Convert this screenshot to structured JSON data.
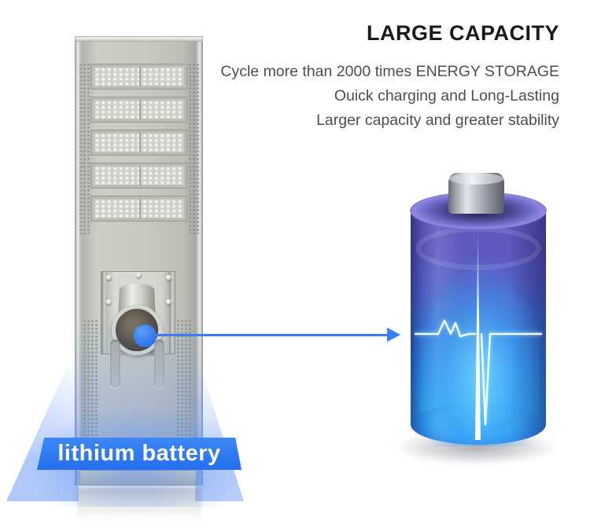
{
  "header": {
    "title": "LARGE CAPACITY",
    "lines": [
      "Cycle more than 2000 times ENERGY STORAGE",
      "Ouick charging and Long-Lasting",
      "Larger capacity and greater stability"
    ]
  },
  "label": {
    "text": "lithium battery"
  },
  "colors": {
    "title_text": "#1a1a1a",
    "subtitle_text": "#4e4e4e",
    "label_blue": "#2e7bf0",
    "arrow_blue": "#3b7df0",
    "beam_blue": "#6494f6",
    "battery_purple": "#6059c0",
    "battery_blue": "#2ba3f5",
    "pulse_cyan": "#59ceff",
    "lamp_gray": "#c7cac1"
  }
}
